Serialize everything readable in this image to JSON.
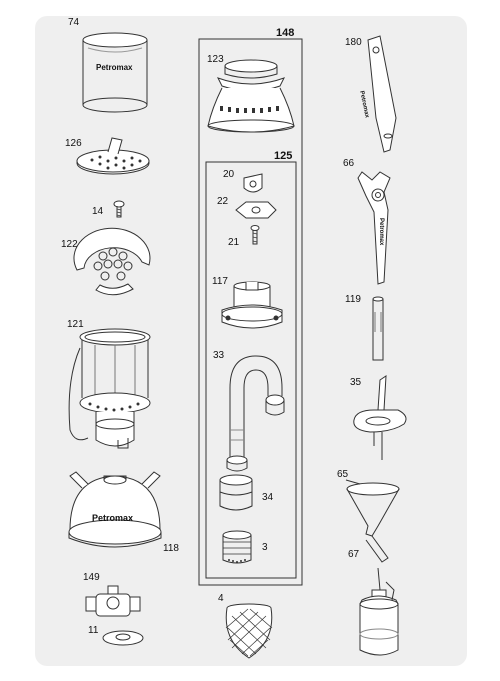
{
  "labels": {
    "l74": "74",
    "l126": "126",
    "l14": "14",
    "l122": "122",
    "l121": "121",
    "l118": "118",
    "l149": "149",
    "l11": "11",
    "l148": "148",
    "l123": "123",
    "l125": "125",
    "l20": "20",
    "l22": "22",
    "l21": "21",
    "l117": "117",
    "l33": "33",
    "l34": "34",
    "l3": "3",
    "l4": "4",
    "l180": "180",
    "l66": "66",
    "l119": "119",
    "l35": "35",
    "l65": "65",
    "l67": "67"
  },
  "brand": {
    "globe": "Petromax",
    "tank": "Petromax",
    "tool180": "Petromax",
    "tool66": "Petromax"
  }
}
